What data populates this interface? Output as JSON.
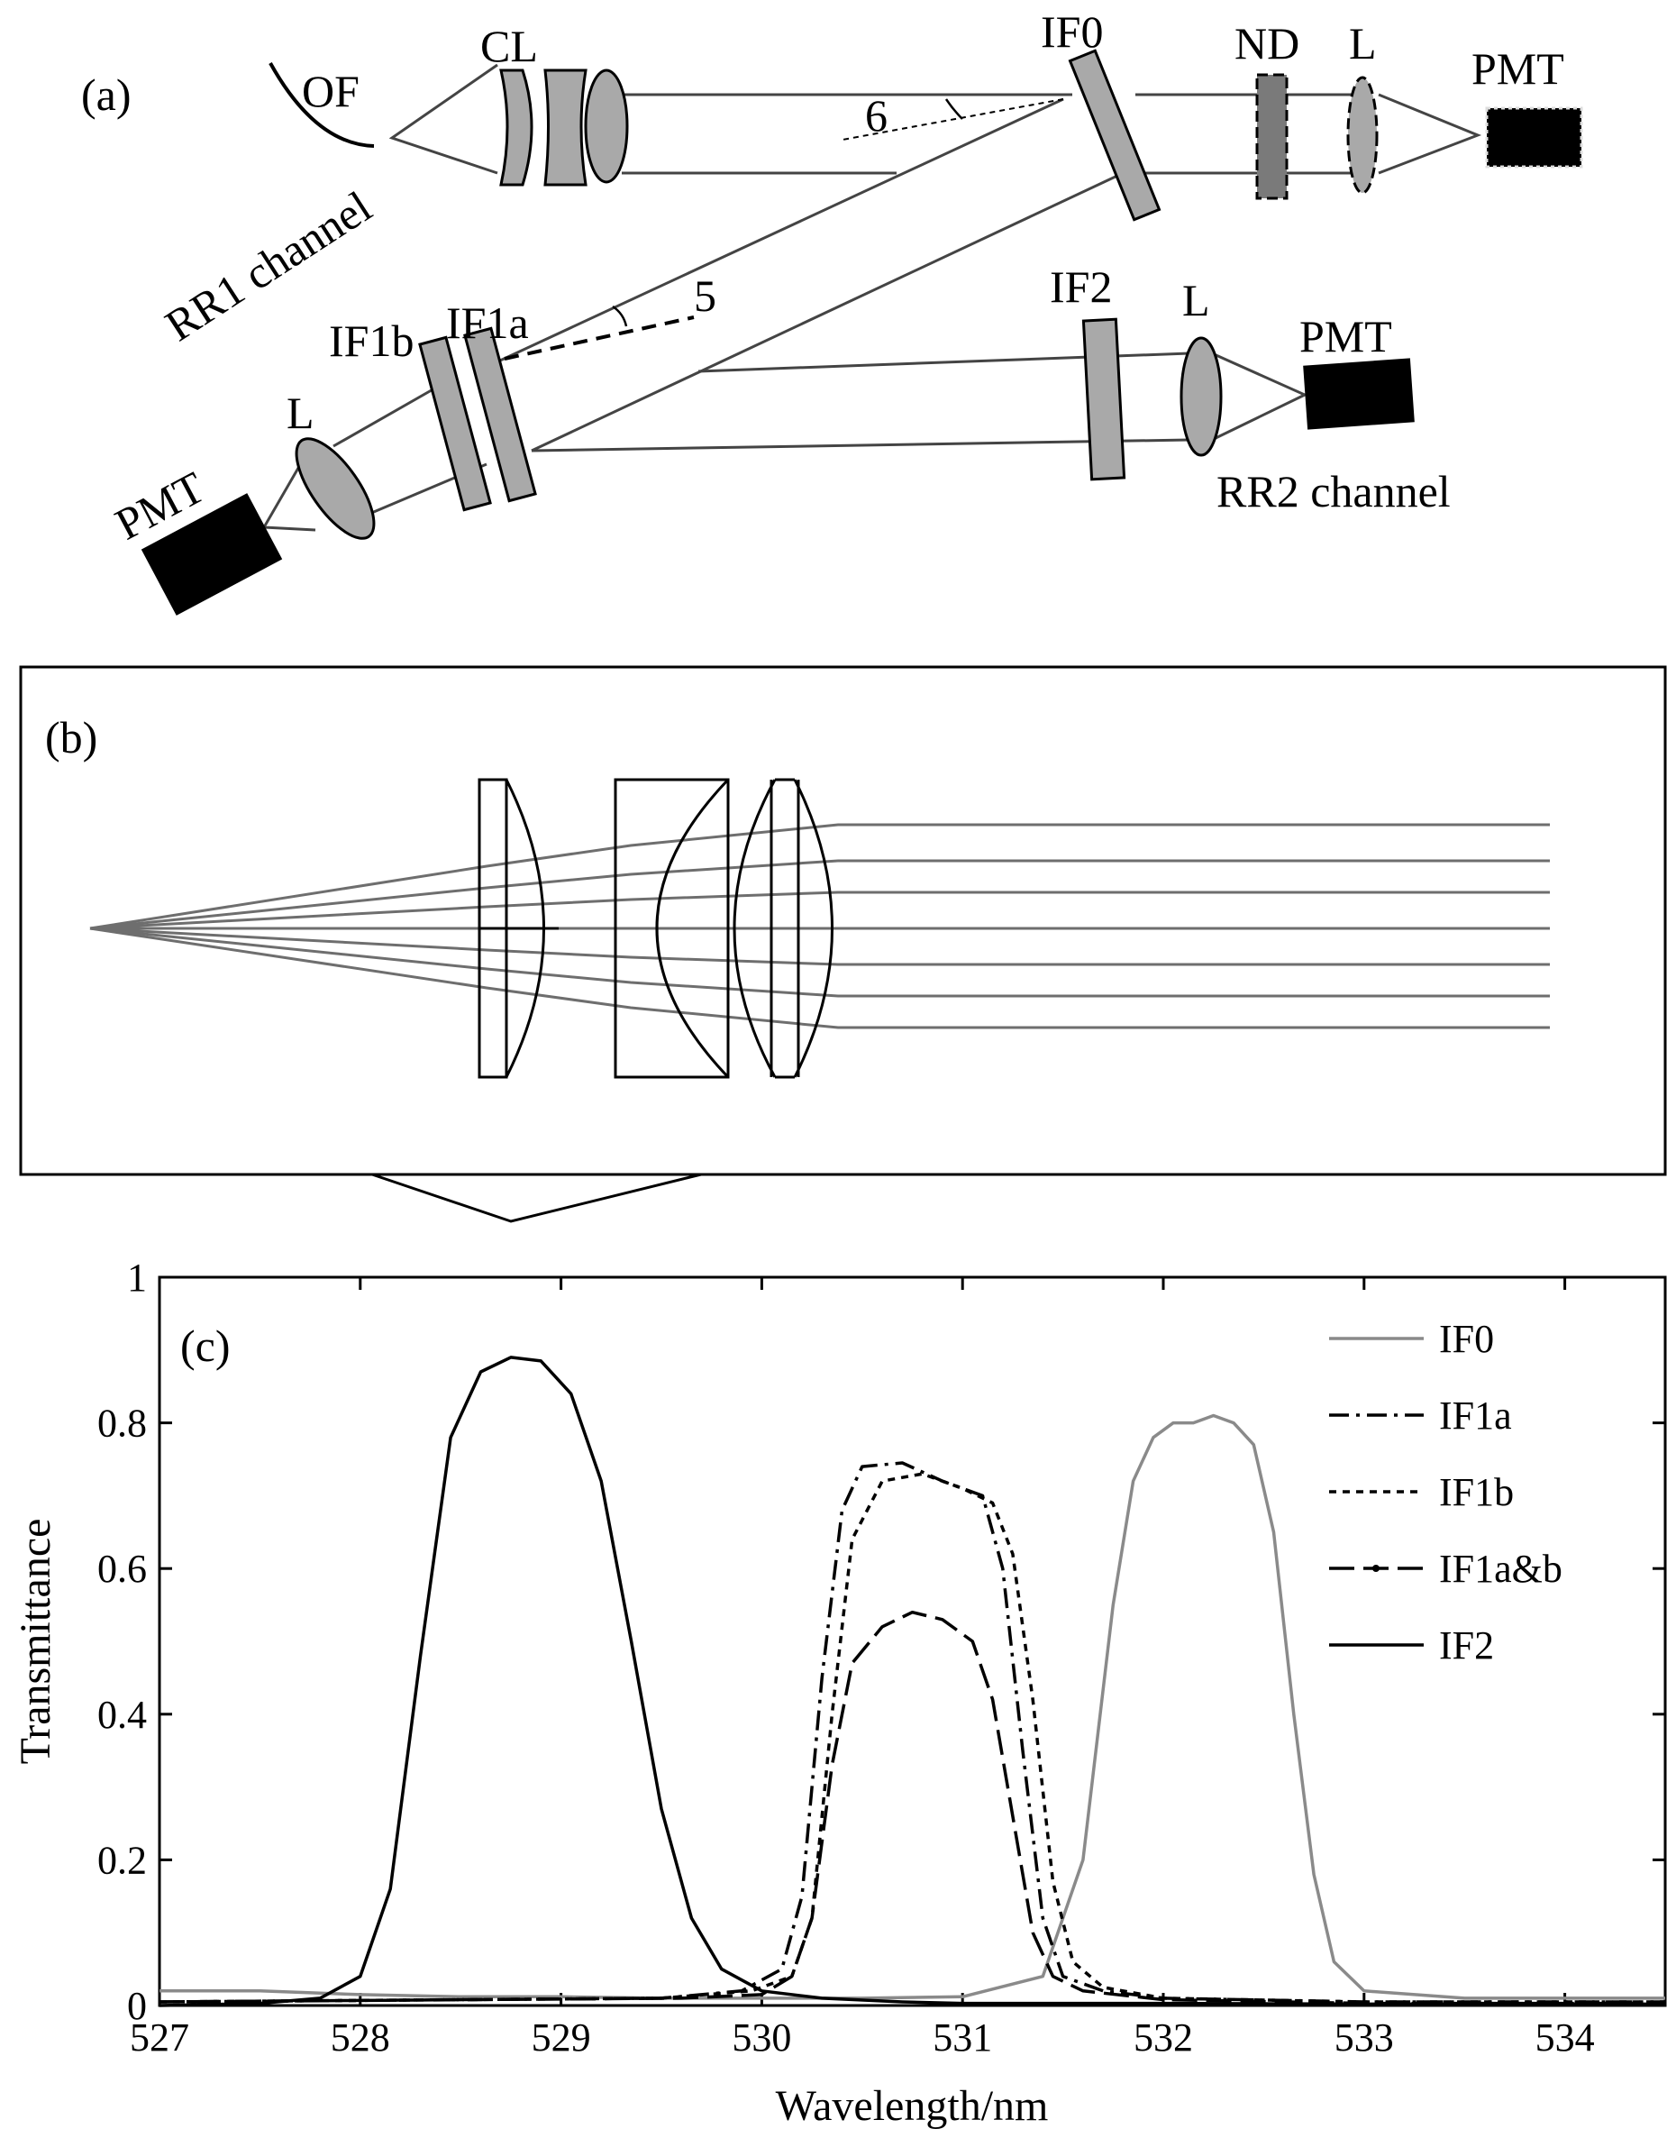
{
  "panel_a": {
    "panel_label": "(a)",
    "labels": {
      "OF": "OF",
      "CL": "CL",
      "IF0": "IF0",
      "ND": "ND",
      "L_top": "L",
      "PMT_top": "PMT",
      "angle_6": "6",
      "RR1": "RR1 channel",
      "IF1b": "IF1b",
      "IF1a": "IF1a",
      "angle_5": "5",
      "IF2": "IF2",
      "L_mid": "L",
      "PMT_mid": "PMT",
      "L_left": "L",
      "PMT_left": "PMT",
      "RR2": "RR2 channel"
    }
  },
  "panel_b": {
    "panel_label": "(b)"
  },
  "panel_c": {
    "panel_label": "(c)"
  },
  "chart_data": {
    "type": "line",
    "xlabel": "Wavelength/nm",
    "ylabel": "Transmittance",
    "xlim": [
      527,
      534.5
    ],
    "ylim": [
      0,
      1
    ],
    "xticks": [
      "527",
      "528",
      "529",
      "530",
      "531",
      "532",
      "533",
      "534"
    ],
    "yticks": [
      "0",
      "0.2",
      "0.4",
      "0.6",
      "0.8",
      "1"
    ],
    "legend_position": "top-right",
    "series": [
      {
        "name": "IF0",
        "color": "#8a8a8a",
        "style": "solid",
        "x": [
          527,
          527.5,
          528,
          528.5,
          529,
          529.5,
          530,
          530.5,
          531,
          531.4,
          531.6,
          531.75,
          531.85,
          531.95,
          532.05,
          532.15,
          532.25,
          532.35,
          532.45,
          532.55,
          532.65,
          532.75,
          532.85,
          533,
          533.5,
          534,
          534.5
        ],
        "y": [
          0.02,
          0.02,
          0.015,
          0.012,
          0.012,
          0.01,
          0.01,
          0.01,
          0.012,
          0.04,
          0.2,
          0.55,
          0.72,
          0.78,
          0.8,
          0.8,
          0.81,
          0.8,
          0.77,
          0.65,
          0.4,
          0.18,
          0.06,
          0.02,
          0.01,
          0.01,
          0.01
        ]
      },
      {
        "name": "IF1a",
        "color": "#000000",
        "style": "dashdot",
        "x": [
          527,
          529.5,
          529.9,
          530.1,
          530.2,
          530.3,
          530.4,
          530.5,
          530.7,
          530.9,
          531.1,
          531.2,
          531.3,
          531.4,
          531.5,
          531.7,
          532,
          533,
          534.5
        ],
        "y": [
          0.005,
          0.01,
          0.02,
          0.05,
          0.15,
          0.45,
          0.68,
          0.74,
          0.745,
          0.72,
          0.7,
          0.6,
          0.35,
          0.12,
          0.04,
          0.02,
          0.01,
          0.005,
          0.005
        ]
      },
      {
        "name": "IF1b",
        "color": "#000000",
        "style": "dotted",
        "x": [
          527,
          529.5,
          529.95,
          530.15,
          530.25,
          530.35,
          530.45,
          530.6,
          530.8,
          531,
          531.15,
          531.25,
          531.35,
          531.45,
          531.55,
          531.7,
          532,
          533,
          534.5
        ],
        "y": [
          0.005,
          0.01,
          0.02,
          0.04,
          0.12,
          0.4,
          0.64,
          0.72,
          0.73,
          0.71,
          0.69,
          0.62,
          0.42,
          0.17,
          0.06,
          0.025,
          0.01,
          0.005,
          0.005
        ]
      },
      {
        "name": "IF1a&b",
        "color": "#000000",
        "style": "longdash",
        "x": [
          527,
          529.6,
          530,
          530.15,
          530.25,
          530.35,
          530.45,
          530.6,
          530.75,
          530.9,
          531.05,
          531.15,
          531.25,
          531.35,
          531.45,
          531.6,
          532,
          533,
          534.5
        ],
        "y": [
          0.005,
          0.01,
          0.015,
          0.04,
          0.12,
          0.33,
          0.47,
          0.52,
          0.54,
          0.53,
          0.5,
          0.42,
          0.26,
          0.1,
          0.04,
          0.02,
          0.008,
          0.003,
          0.003
        ]
      },
      {
        "name": "IF2",
        "color": "#000000",
        "style": "solid",
        "x": [
          527,
          527.5,
          527.8,
          528,
          528.15,
          528.3,
          528.45,
          528.6,
          528.75,
          528.9,
          529.05,
          529.2,
          529.35,
          529.5,
          529.65,
          529.8,
          530,
          530.3,
          530.7,
          531,
          532,
          533,
          534.5
        ],
        "y": [
          0.0,
          0.003,
          0.01,
          0.04,
          0.16,
          0.48,
          0.78,
          0.87,
          0.89,
          0.885,
          0.84,
          0.72,
          0.5,
          0.27,
          0.12,
          0.05,
          0.02,
          0.01,
          0.005,
          0.003,
          0.003,
          0.002,
          0.002
        ]
      }
    ]
  }
}
